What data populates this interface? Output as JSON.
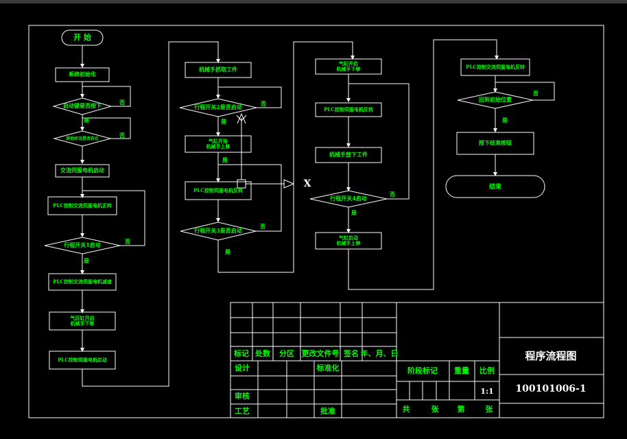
{
  "colors": {
    "background": "#000000",
    "line": "#ffffff",
    "text": "#00ff00",
    "title_text": "#ffffff"
  },
  "flowchart": {
    "col1": {
      "start": "开  始",
      "init": "系统初始化",
      "q1": "启动键是否按下",
      "q2": "其他状况是否存在",
      "s3": "交流伺服电机启动",
      "s4": "PLC控制交流伺服电机正转",
      "q5": "行程开关1启动",
      "s6": "PLC控制交流伺服电机减速",
      "s7": "气压缸开启\n机械手下移",
      "s8": "PLC控制伺服电机启动"
    },
    "col2": {
      "s1": "机械手抓取工件",
      "q2": "行程开关2是否启动",
      "s3": "气缸开始\n机械手上移",
      "s4": "PLC控制伺服电机反转",
      "q5": "行程开关3是否启动"
    },
    "col3": {
      "s1": "气缸开启\n机械手下移",
      "s2": "PLC控制伺服电机反转",
      "s3": "机械手放下工件",
      "q4": "行程开关4启动",
      "s5": "气缸启动\n机械手上移"
    },
    "col4": {
      "s1": "PLC控制交流伺服电机反转",
      "q2": "回到初始位置",
      "s3": "按下结束按钮",
      "end": "结束"
    },
    "yes": "是",
    "no": "否",
    "x_mark": "X"
  },
  "title_block": {
    "headers": [
      "标记",
      "处数",
      "分区",
      "更改文件号",
      "签名",
      "年、月、日"
    ],
    "design": "设计",
    "standard": "标准化",
    "review": "审核",
    "process": "工艺",
    "approve": "批准",
    "stage_mark": "阶段标记",
    "weight": "重量",
    "scale": "比例",
    "scale_value": "1:1",
    "total": "共",
    "sheets": "张",
    "sheet_no": "第",
    "sheet_unit": "张",
    "title": "程序流程图",
    "drawing_no": "100101006-1"
  }
}
